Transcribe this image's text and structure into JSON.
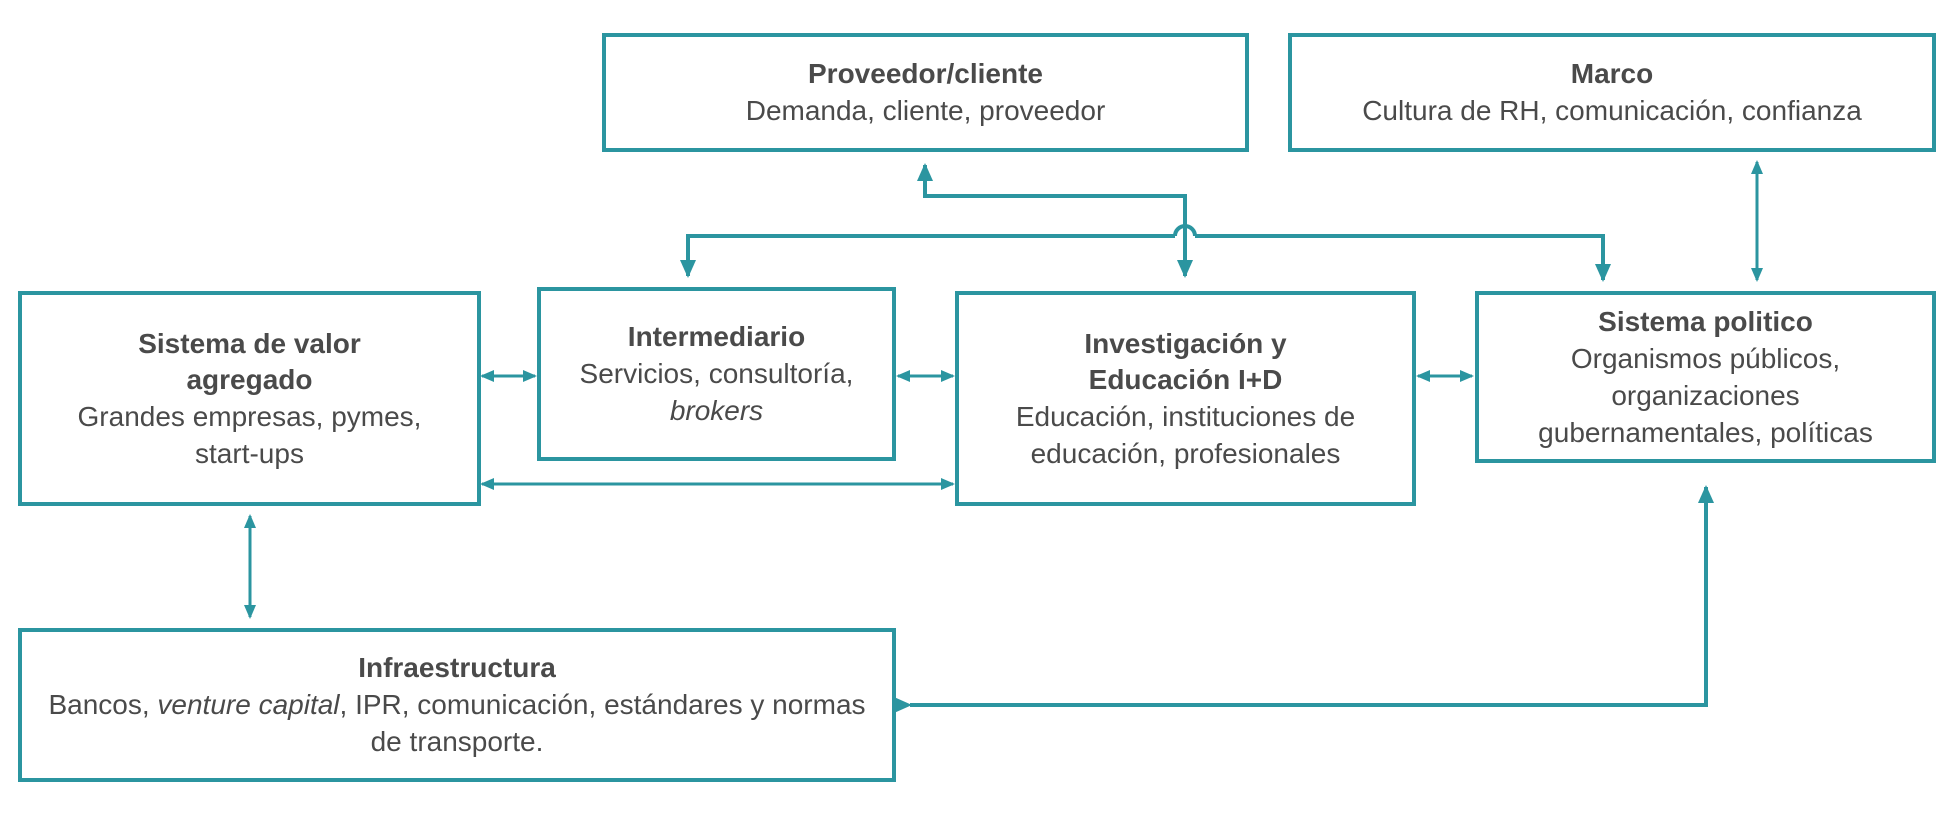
{
  "colors": {
    "accent": "#2b95a0",
    "text": "#4a4a4a"
  },
  "nodes": {
    "proveedor": {
      "title": "Proveedor/cliente",
      "desc": [
        "Demanda, cliente, proveedor"
      ]
    },
    "marco": {
      "title": "Marco",
      "desc": [
        "Cultura de RH, comunicación, confianza"
      ]
    },
    "sistema_valor": {
      "title": "Sistema de valor agregado",
      "desc": [
        "Grandes empresas, pymes, start-ups"
      ]
    },
    "intermediario": {
      "title": "Intermediario",
      "desc_parts": [
        "Servicios, consultoría, ",
        "brokers"
      ]
    },
    "investigacion": {
      "title": "Investigación y Educación I+D",
      "desc": [
        "Educación, instituciones de educación, profesionales"
      ]
    },
    "sistema_politico": {
      "title": "Sistema politico",
      "desc": [
        "Organismos públicos, organizaciones gubernamentales, políticas"
      ]
    },
    "infraestructura": {
      "title": "Infraestructura",
      "desc_parts": [
        "Bancos, ",
        "venture capital",
        ", IPR, comunicación, estándares y normas de transporte."
      ]
    }
  },
  "links": [
    {
      "from": "investigacion",
      "to": "proveedor",
      "type": "one-way"
    },
    {
      "from": "investigacion",
      "to": "intermediario",
      "type": "one-way"
    },
    {
      "from": "investigacion",
      "to": "sistema_politico",
      "type": "one-way"
    },
    {
      "from": "marco",
      "to": "sistema_politico",
      "type": "two-way"
    },
    {
      "from": "sistema_valor",
      "to": "intermediario",
      "type": "two-way"
    },
    {
      "from": "intermediario",
      "to": "investigacion",
      "type": "two-way"
    },
    {
      "from": "investigacion",
      "to": "sistema_politico",
      "type": "two-way"
    },
    {
      "from": "sistema_valor",
      "to": "investigacion",
      "type": "two-way"
    },
    {
      "from": "sistema_valor",
      "to": "infraestructura",
      "type": "two-way"
    },
    {
      "from": "infraestructura",
      "to": "sistema_politico",
      "type": "two-way"
    }
  ]
}
